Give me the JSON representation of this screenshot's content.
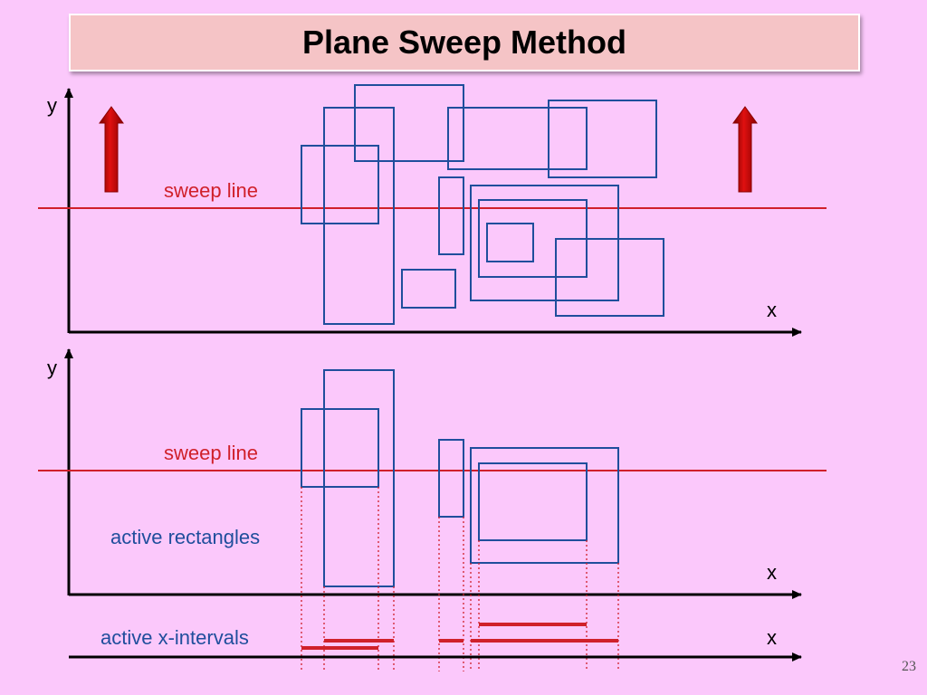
{
  "title": "Plane Sweep Method",
  "page_number": "23",
  "top_panel": {
    "y_label": "y",
    "x_label": "x",
    "sweep_label": "sweep line"
  },
  "bottom_panel": {
    "y_label": "y",
    "x_label": "x",
    "sweep_label": "sweep line",
    "active_rect_label": "active rectangles"
  },
  "interval_axis": {
    "label": "active x-intervals",
    "x_label": "x"
  },
  "colors": {
    "background": "#fbc8fb",
    "title_box": "#f5c4c6",
    "rectangle": "#1f4e9c",
    "sweep_line": "#d0202a",
    "active_rect_text": "#1f4e9c",
    "axis": "#000000"
  },
  "icons": [
    "up-arrow-icon",
    "up-arrow-icon"
  ]
}
